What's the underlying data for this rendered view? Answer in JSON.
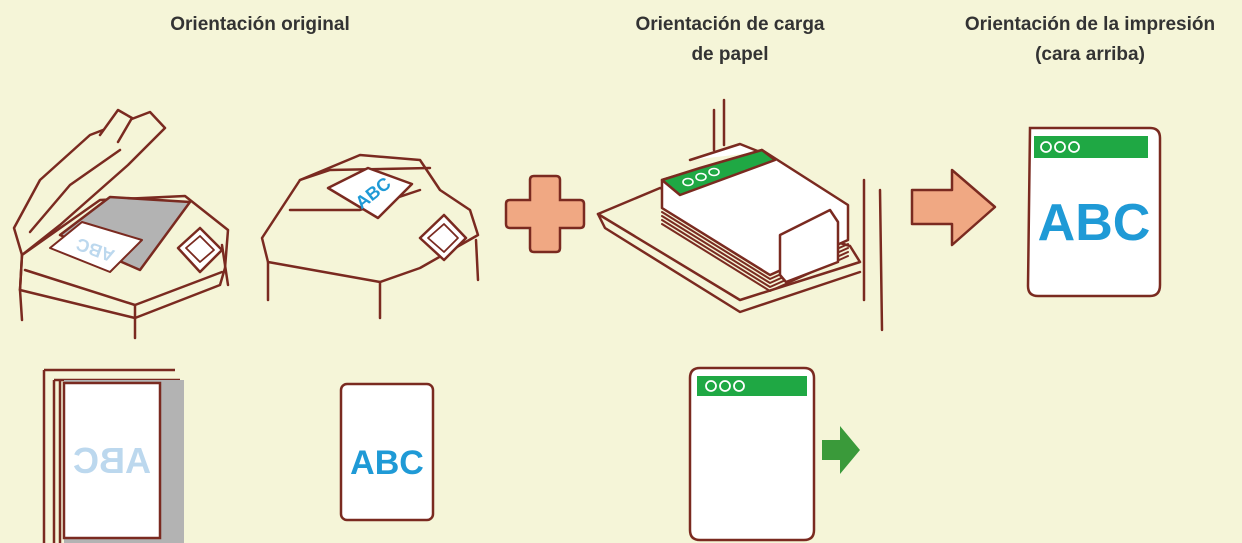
{
  "headings": {
    "original": "Orientación original",
    "paper_line1": "Orientación de carga",
    "paper_line2": "de papel",
    "print_line1": "Orientación de la impresión",
    "print_line2": "(cara arriba)"
  },
  "labels": {
    "abc": "ABC",
    "circles": "OOO"
  },
  "colors": {
    "background": "#f5f5d8",
    "outline": "#7a2a20",
    "text_blue": "#1f9ad6",
    "faded_blue": "#bcd8ee",
    "green_band": "#1fa844",
    "green_arrow": "#3a9a3a",
    "orange": "#f0a883",
    "gray_glass": "#b3b3b3"
  },
  "icons": [
    "plus-icon",
    "orange-arrow-icon",
    "green-arrow-icon"
  ]
}
